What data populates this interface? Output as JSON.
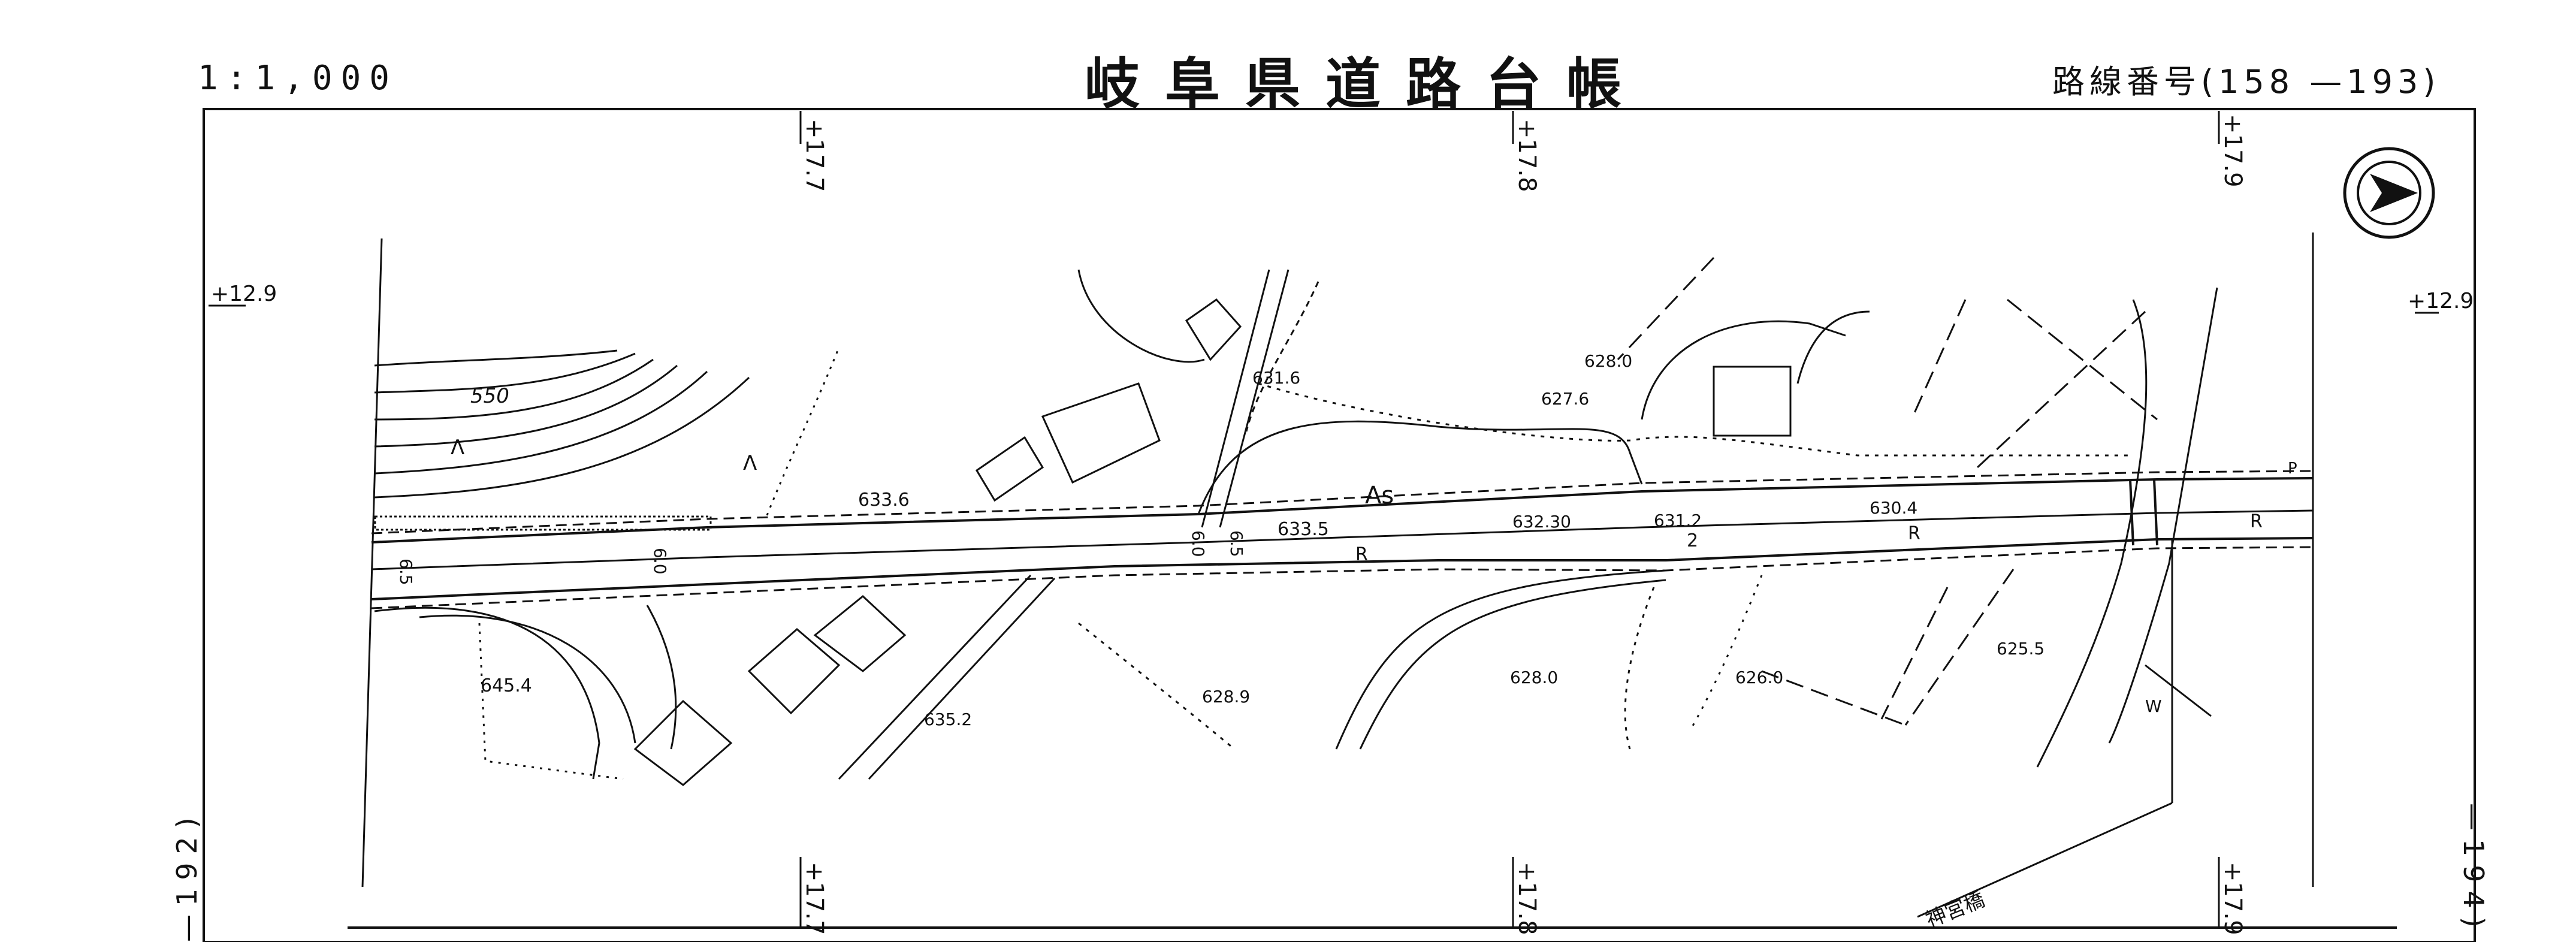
{
  "header": {
    "scale": "1:1,000",
    "title": "岐阜県道路台帳",
    "route": "路線番号(158 —193)"
  },
  "adjacent": {
    "previous_sheet": "—192)",
    "next_sheet": "—194)"
  },
  "stations": {
    "top": [
      "+17.7",
      "+17.8",
      "+17.9"
    ],
    "bottom": [
      "+17.7",
      "+17.8",
      "+17.9"
    ],
    "left": "+12.9",
    "right": "+12.9"
  },
  "labels": {
    "contour_550": "550",
    "pavement": "As",
    "bridge": "神宮橋",
    "side_r1": "R",
    "side_r2": "R",
    "side_r3": "R",
    "lane_2": "2",
    "p_mark": "P",
    "w_mark": "W",
    "width_a": "6.5",
    "width_b": "6.0",
    "width_c": "6.0",
    "width_d": "6.5",
    "cliff_a": "Λ",
    "cliff_b": "Λ"
  },
  "elevations": [
    {
      "value": "633.6"
    },
    {
      "value": "631.6"
    },
    {
      "value": "628.0"
    },
    {
      "value": "627.6"
    },
    {
      "value": "633.5"
    },
    {
      "value": "632.30"
    },
    {
      "value": "631.2"
    },
    {
      "value": "630.4"
    },
    {
      "value": "645.4"
    },
    {
      "value": "635.2"
    },
    {
      "value": "628.9"
    },
    {
      "value": "628.0"
    },
    {
      "value": "626.0"
    },
    {
      "value": "625.5"
    }
  ],
  "colors": {
    "ink": "#111111",
    "paper": "#ffffff"
  },
  "icons": {
    "north_arrow": "north-arrow-icon"
  }
}
